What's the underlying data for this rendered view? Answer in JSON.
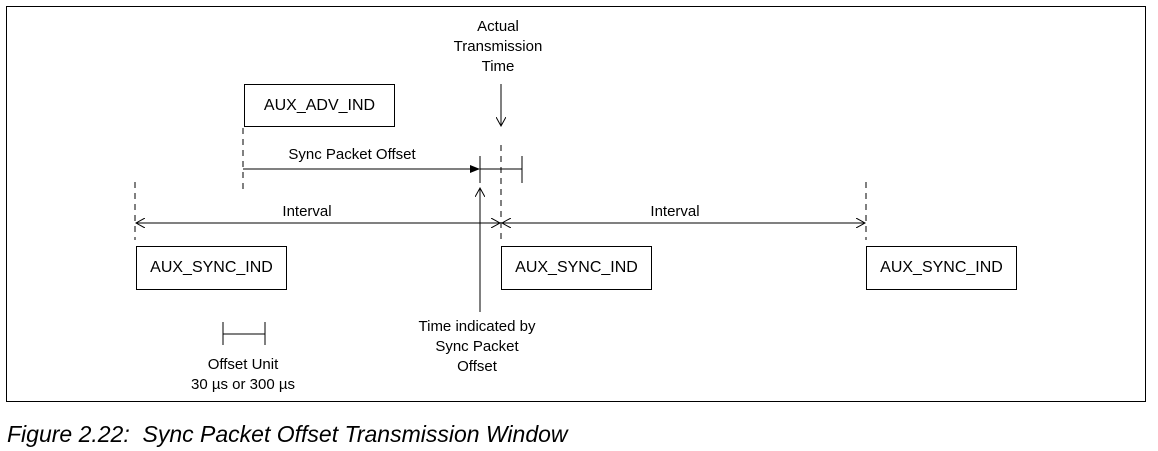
{
  "figure": {
    "caption": "Figure 2.22:  Sync Packet Offset Transmission Window"
  },
  "labels": {
    "actual_transmission_time": "Actual\nTransmission\nTime",
    "aux_adv_ind": "AUX_ADV_IND",
    "sync_packet_offset": "Sync Packet Offset",
    "interval_left": "Interval",
    "interval_right": "Interval",
    "aux_sync_ind_1": "AUX_SYNC_IND",
    "aux_sync_ind_2": "AUX_SYNC_IND",
    "aux_sync_ind_3": "AUX_SYNC_IND",
    "time_indicated": "Time indicated by\nSync Packet\nOffset",
    "offset_unit": "Offset Unit\n30 µs or 300 µs"
  }
}
